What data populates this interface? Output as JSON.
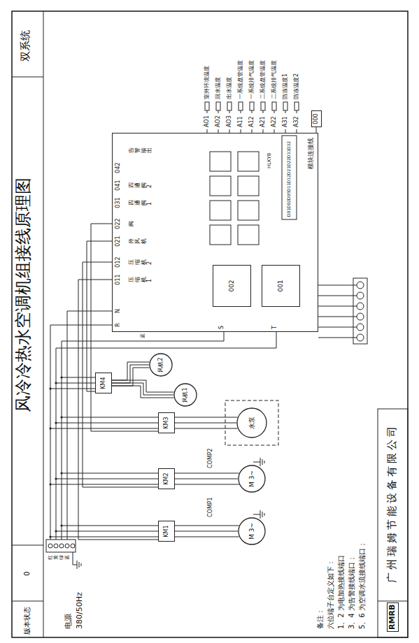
{
  "diagram": {
    "title": "风冷冷热水空调机组接线原理图",
    "nodes": [
      {
        "text": [
          "模块连接线"
        ]
      },
      {
        "text": [
          "001"
        ],
        "in": 0
      },
      {
        "text": [
          "002"
        ],
        "in": 0
      },
      {
        "text": [
          "KM1"
        ]
      },
      {
        "text": [
          "KM2"
        ]
      },
      {
        "text": [
          "KM3"
        ]
      },
      {
        "text": [
          "KM4"
        ]
      },
      {
        "text": [
          "M 3~"
        ]
      },
      {
        "text": [
          "M 3~"
        ]
      },
      {
        "text": [
          "水泵"
        ]
      },
      {
        "text": [
          "风机1"
        ]
      },
      {
        "text": [
          "风机2"
        ]
      },
      {
        "text": [
          "000"
        ]
      }
    ],
    "edges": [
      {
        "from": 3,
        "to": 7,
        "arrow": "none"
      },
      {
        "from": 4,
        "to": 8,
        "arrow": "none"
      },
      {
        "from": 5,
        "to": 9,
        "arrow": "none"
      },
      {
        "from": 6,
        "to": 10,
        "arrow": "none"
      },
      {
        "from": 6,
        "to": 11,
        "arrow": "none"
      },
      {
        "from": 0,
        "to": 3,
        "arrow": "none"
      },
      {
        "from": 0,
        "to": 4,
        "arrow": "none"
      },
      {
        "from": 0,
        "to": 6,
        "arrow": "none"
      },
      {
        "from": 0,
        "to": 5,
        "arrow": "none"
      },
      {
        "from": 0,
        "to": 12,
        "arrow": "none"
      }
    ],
    "labels": [
      "版本状态",
      "0",
      "双系统",
      "电源",
      "380/50Hz",
      "红",
      "黄",
      "绿",
      "蓝",
      "COMP1",
      "COMP2",
      "R",
      "N",
      "011",
      "012",
      "021",
      "022",
      "031",
      "041",
      "042",
      "压缩机1",
      "压缩机2",
      "外风机",
      "阀",
      "四通阀1",
      "四通阀2",
      "告警输出",
      "S",
      "T",
      "蓝",
      "AO1",
      "AO2",
      "AO3",
      "A11",
      "A12",
      "A21",
      "A22",
      "A31",
      "A32",
      "室外环境温度",
      "回水温度",
      "出水温度",
      "一系统盘管温度",
      "一系统排气温度",
      "二系统盘管温度",
      "二系统排气温度",
      "防冻温度1",
      "防冻温度2",
      "D01",
      "D02",
      "D05",
      "D11",
      "D12",
      "D21",
      "D22",
      "D31",
      "D32",
      "HLKY8",
      "备注：",
      "六位端子台定义如下：",
      "1、2 为电加热接线端口",
      "3、4 为告警接线端口；",
      "5、6 为空调水流接线端口；",
      "广州瑞姆节能设备有限公司",
      "RMRB"
    ]
  }
}
